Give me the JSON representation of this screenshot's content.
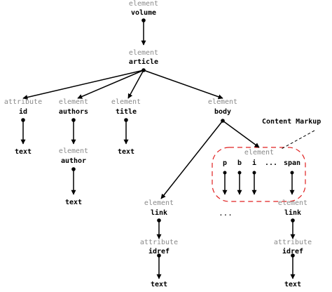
{
  "nodes": {
    "volume": {
      "kind": "element",
      "name": "volume"
    },
    "article": {
      "kind": "element",
      "name": "article"
    },
    "id": {
      "kind": "attribute",
      "name": "id"
    },
    "authors": {
      "kind": "element",
      "name": "authors"
    },
    "title": {
      "kind": "element",
      "name": "title"
    },
    "body": {
      "kind": "element",
      "name": "body"
    },
    "id_text": {
      "name": "text"
    },
    "author": {
      "kind": "element",
      "name": "author"
    },
    "author_text": {
      "name": "text"
    },
    "title_text": {
      "name": "text"
    },
    "markup": {
      "kind": "element"
    },
    "link_left": {
      "kind": "element",
      "name": "link"
    },
    "link_right": {
      "kind": "element",
      "name": "link"
    },
    "idref_left": {
      "kind": "attribute",
      "name": "idref"
    },
    "idref_right": {
      "kind": "attribute",
      "name": "idref"
    },
    "idref_left_text": {
      "name": "text"
    },
    "idref_right_text": {
      "name": "text"
    }
  },
  "markup_children": [
    "p",
    "b",
    "i",
    "...",
    "span"
  ],
  "middle_ellipsis": "...",
  "callout": "Content Markup",
  "colors": {
    "edge": "#000000",
    "kind_text": "#8a8a8a",
    "callout_outline": "#e02020"
  }
}
